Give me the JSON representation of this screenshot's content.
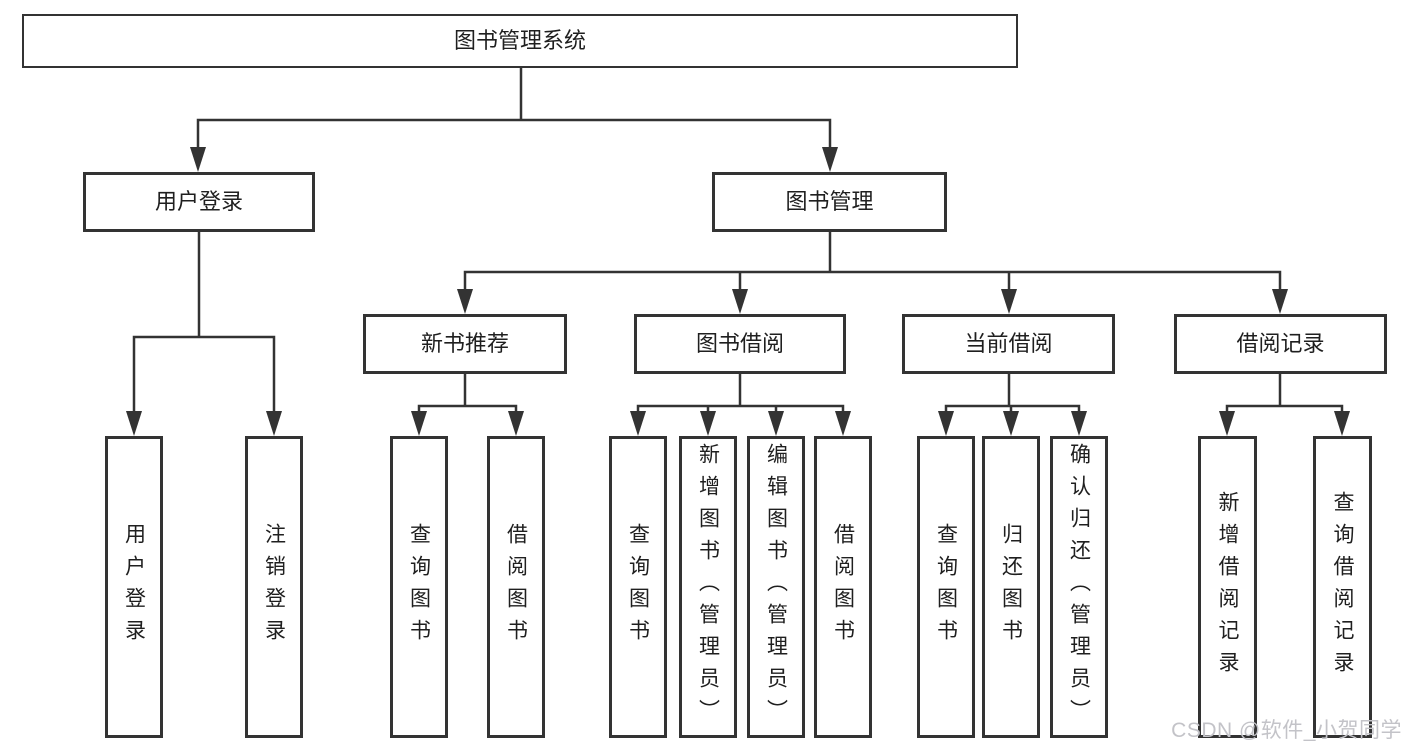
{
  "tree": {
    "root": {
      "label": "图书管理系统",
      "children": [
        {
          "label": "用户登录",
          "children": [
            {
              "label": "用户登录"
            },
            {
              "label": "注销登录"
            }
          ]
        },
        {
          "label": "图书管理",
          "children": [
            {
              "label": "新书推荐",
              "children": [
                {
                  "label": "查询图书"
                },
                {
                  "label": "借阅图书"
                }
              ]
            },
            {
              "label": "图书借阅",
              "children": [
                {
                  "label": "查询图书"
                },
                {
                  "label": "新增图书（管理员）"
                },
                {
                  "label": "编辑图书（管理员）"
                },
                {
                  "label": "借阅图书"
                }
              ]
            },
            {
              "label": "当前借阅",
              "children": [
                {
                  "label": "查询图书"
                },
                {
                  "label": "归还图书"
                },
                {
                  "label": "确认归还（管理员）"
                }
              ]
            },
            {
              "label": "借阅记录",
              "children": [
                {
                  "label": "新增借阅记录"
                },
                {
                  "label": "查询借阅记录"
                }
              ]
            }
          ]
        }
      ]
    }
  },
  "watermark": {
    "text": "CSDN @软件_小贺同学"
  },
  "colors": {
    "line": "#333333",
    "text": "#1f1f1f",
    "background": "#ffffff",
    "watermark": "#c3c3c8"
  }
}
